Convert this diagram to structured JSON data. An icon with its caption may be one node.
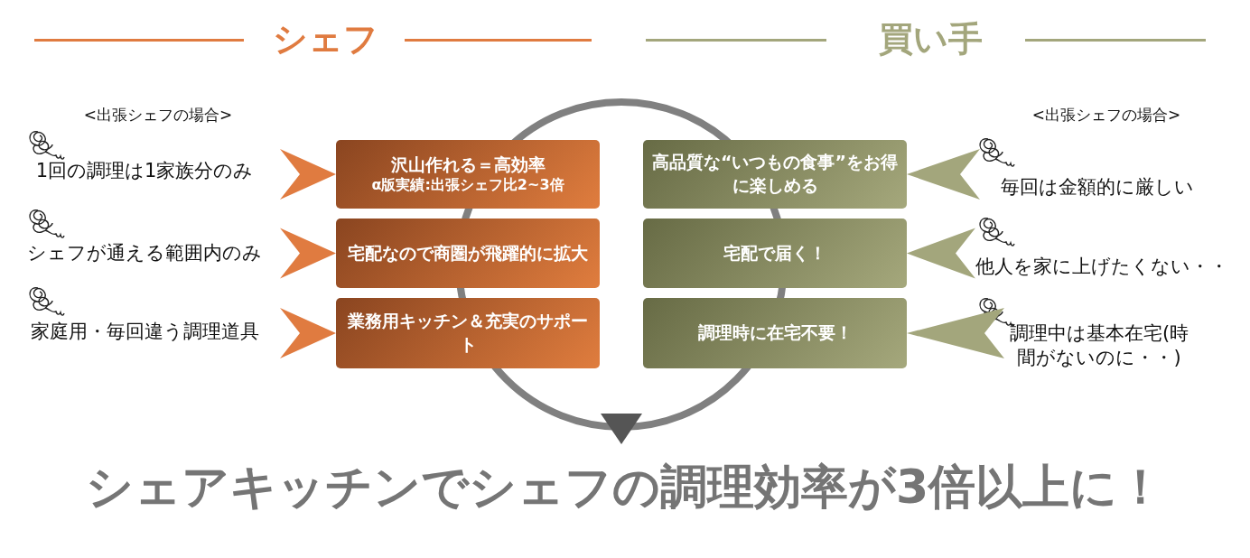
{
  "diagram": {
    "caption": "シェアキッチンでシェフの調理効率が3倍以上に！",
    "nodes": [
      {
        "text": [
          "1回の調理は1家族分のみ"
        ]
      },
      {
        "text": [
          "沢山作れる＝高効率",
          "α版実績:出張シェフ比2~3倍"
        ]
      },
      {
        "text": [
          "高品質な“いつもの食事”をお得に楽しめる"
        ]
      },
      {
        "text": [
          "毎回は金額的に厳しい"
        ]
      },
      {
        "text": [
          "シェフが通える範囲内のみ"
        ]
      },
      {
        "text": [
          "宅配なので商圏が飛躍的に拡大"
        ]
      },
      {
        "text": [
          "宅配で届く！"
        ]
      },
      {
        "text": [
          "他人を家に上げたくない・・"
        ]
      },
      {
        "text": [
          "家庭用・毎回違う調理道具"
        ]
      },
      {
        "text": [
          "業務用キッチン＆充実のサポート"
        ]
      },
      {
        "text": [
          "調理時に在宅不要！"
        ]
      },
      {
        "text": [
          "調理中は基本在宅(時間がないのに・・)"
        ]
      }
    ],
    "edges": [
      {
        "from": 0,
        "to": 1,
        "arrow": "to",
        "color": "#e07b40"
      },
      {
        "from": 3,
        "to": 2,
        "arrow": "to",
        "color": "#a3a67c"
      },
      {
        "from": 4,
        "to": 5,
        "arrow": "to",
        "color": "#e07b40"
      },
      {
        "from": 7,
        "to": 6,
        "arrow": "to",
        "color": "#a3a67c"
      },
      {
        "from": 8,
        "to": 9,
        "arrow": "to",
        "color": "#e07b40"
      },
      {
        "from": 11,
        "to": 10,
        "arrow": "to",
        "color": "#a3a67c"
      }
    ],
    "labels": [
      "シェフ",
      "買い手",
      "<出張シェフの場合>",
      "<出張シェフの場合>"
    ]
  }
}
